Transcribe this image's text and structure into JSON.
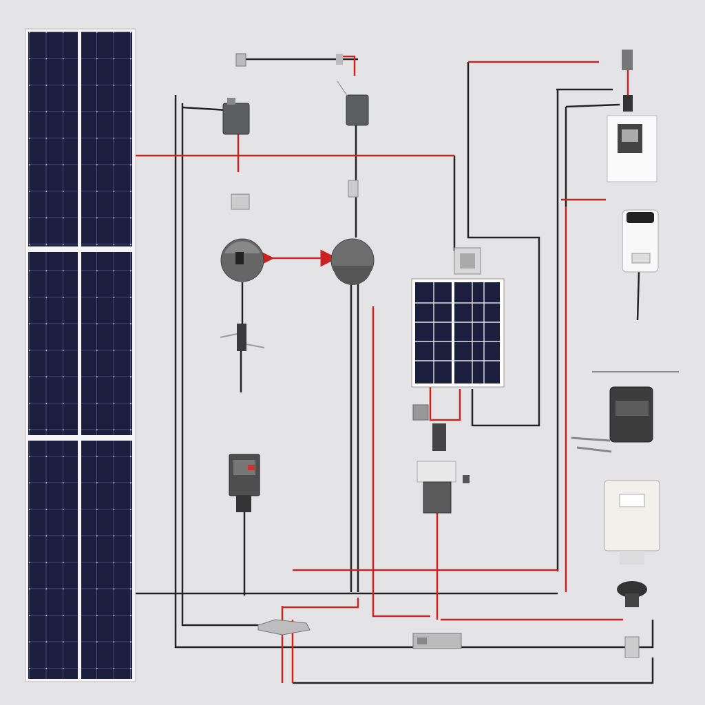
{
  "diagram": {
    "title": "",
    "labels": {
      "top_note": "",
      "top_right_tag": "",
      "meter_tag": "",
      "controller_label": "",
      "right_note": "",
      "bottom_note": "",
      "charger_tag": ""
    }
  },
  "colors": {
    "background": "#e4e4e6",
    "panel_cell": "#1b1e3c",
    "panel_frame": "#ffffff",
    "wire_positive": "#cc2222",
    "wire_negative": "#222222",
    "device_gray": "#6c6c6c",
    "device_light": "#f2f0ea"
  },
  "components": [
    {
      "name": "large-solar-panel-array",
      "icon": "solar-panel-icon"
    },
    {
      "name": "small-solar-panel",
      "icon": "solar-panel-icon"
    },
    {
      "name": "charge-controller",
      "icon": "controller-icon"
    },
    {
      "name": "battery-meter",
      "icon": "meter-icon"
    },
    {
      "name": "inverter",
      "icon": "inverter-icon"
    },
    {
      "name": "disconnect-switch",
      "icon": "switch-icon"
    }
  ]
}
